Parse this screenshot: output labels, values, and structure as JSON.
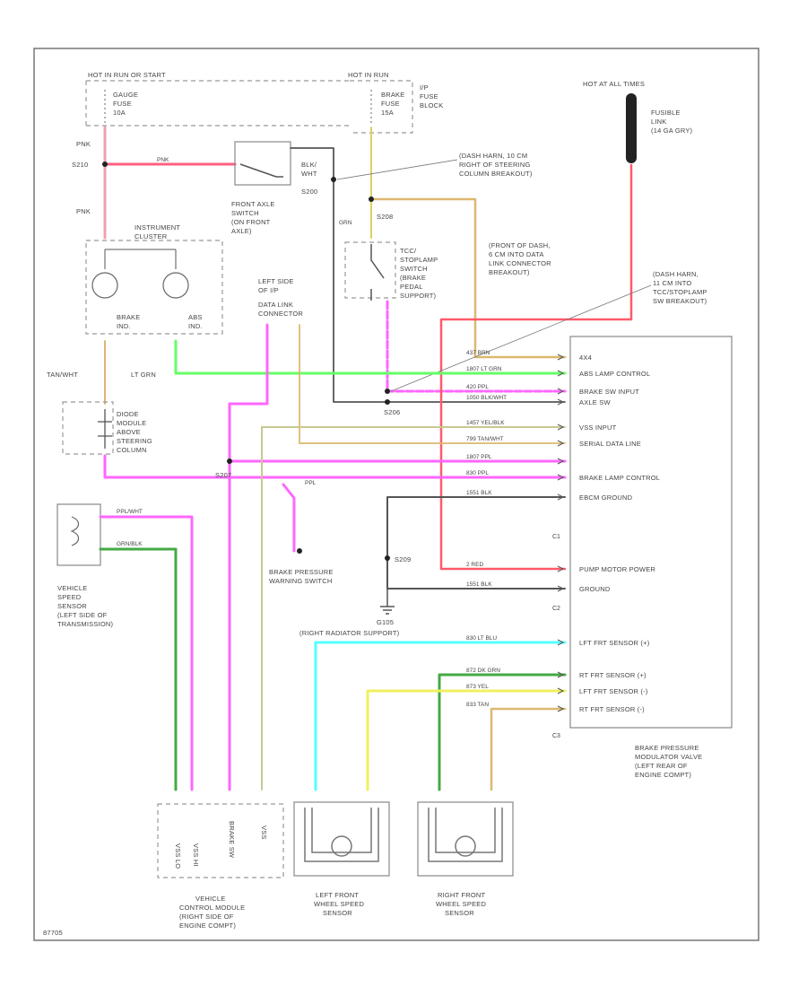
{
  "labels": {
    "hot_run_start": "HOT IN RUN OR START",
    "hot_run": "HOT IN RUN",
    "gauge_fuse": [
      "GAUGE",
      "FUSE",
      "10A"
    ],
    "brake_fuse": [
      "BRAKE",
      "FUSE",
      "15A"
    ],
    "ip_fuse_block": [
      "I/P",
      "FUSE",
      "BLOCK"
    ],
    "hot_all_times": "HOT AT ALL TIMES",
    "fusible_link": [
      "FUSIBLE",
      "LINK",
      "(14 GA GRY)"
    ],
    "s210": "S210",
    "pnk_a": "PNK",
    "pnk_b": "PNK",
    "pnk_c": "PNK",
    "front_axle_switch": [
      "FRONT AXLE",
      "SWITCH",
      "(ON FRONT",
      "AXLE)"
    ],
    "blk_wht_s200": [
      "BLK/",
      "WHT",
      "S200"
    ],
    "grn": "GRN",
    "s208": "S208",
    "dash_harn_right": [
      "(DASH HARN, 10 CM",
      "RIGHT OF STEERING",
      "COLUMN BREAKOUT)"
    ],
    "instrument_cluster": [
      "INSTRUMENT",
      "CLUSTER"
    ],
    "brake_ind": [
      "BRAKE",
      "IND."
    ],
    "abs_ind": [
      "ABS",
      "IND."
    ],
    "tcc_switch": [
      "TCC/",
      "STOPLAMP",
      "SWITCH",
      "(BRAKE",
      "PEDAL",
      "SUPPORT)"
    ],
    "left_side_ip": [
      "LEFT SIDE",
      "OF I/P"
    ],
    "data_link_connector": [
      "DATA LINK",
      "CONNECTOR"
    ],
    "front_of_dash": [
      "(FRONT OF DASH,",
      "6 CM INTO DATA",
      "LINK CONNECTOR",
      "BREAKOUT)"
    ],
    "dash_harn_tcc": [
      "(DASH HARN,",
      "11 CM INTO",
      "TCC/STOPLAMP",
      "SW BREAKOUT)"
    ],
    "tan_wht": "TAN/WHT",
    "lt_grn": "LT GRN",
    "diode_module": [
      "DIODE",
      "MODULE",
      "ABOVE",
      "STEERING",
      "COLUMN"
    ],
    "s207": "S207",
    "s206": "S206",
    "ppl": "PPL",
    "ppl_wht": "PPL/WHT",
    "grn_blk": "GRN/BLK",
    "vss": [
      "VEHICLE",
      "SPEED",
      "SENSOR",
      "(LEFT SIDE OF",
      "TRANSMISSION)"
    ],
    "brake_pressure_warning": [
      "BRAKE PRESSURE",
      "WARNING SWITCH"
    ],
    "s209": "S209",
    "g105": "G105",
    "right_radiator_support": "(RIGHT RADIATOR SUPPORT)",
    "brake_pressure_modulator": [
      "BRAKE PRESSURE",
      "MODULATOR VALVE",
      "(LEFT REAR OF",
      "ENGINE COMPT)"
    ],
    "vcm": [
      "VEHICLE",
      "CONTROL MODULE",
      "(RIGHT SIDE OF",
      "ENGINE COMPT)"
    ],
    "vcm_pins": [
      "VSS LO",
      "VSS HI",
      "BRAKE SW",
      "VSS"
    ],
    "lf_wss": [
      "LEFT FRONT",
      "WHEEL SPEED",
      "SENSOR"
    ],
    "rf_wss": [
      "RIGHT FRONT",
      "WHEEL SPEED",
      "SENSOR"
    ],
    "ground_lbl": "GROUND",
    "figure_id": "87705",
    "c1": "C1",
    "c2": "C2",
    "c3": "C3"
  },
  "ebcm_pins": [
    {
      "wire": "437 BRN",
      "label": "4X4"
    },
    {
      "wire": "1807 LT GRN",
      "label": "ABS LAMP CONTROL"
    },
    {
      "wire": "420 PPL",
      "label": "BRAKE SW INPUT"
    },
    {
      "wire": "1050 BLK/WHT",
      "label": "AXLE SW"
    },
    {
      "wire": "1457 YEL/BLK",
      "label": "VSS INPUT"
    },
    {
      "wire": "799 TAN/WHT",
      "label": "SERIAL DATA LINE"
    },
    {
      "wire": "1807 PPL",
      "label": ""
    },
    {
      "wire": "830 PPL",
      "label": "BRAKE LAMP CONTROL"
    },
    {
      "wire": "1551 BLK",
      "label": "EBCM GROUND"
    },
    {
      "wire": "2 RED",
      "label": "PUMP MOTOR POWER"
    },
    {
      "wire": "1551 BLK",
      "label": "GROUND"
    },
    {
      "wire": "830 LT BLU",
      "label": "LFT FRT SENSOR (+)"
    },
    {
      "wire": "872 DK GRN",
      "label": "RT FRT SENSOR (+)"
    },
    {
      "wire": "873 YEL",
      "label": "LFT FRT SENSOR (-)"
    },
    {
      "wire": "833 TAN",
      "label": "RT FRT SENSOR (-)"
    }
  ],
  "colors": {
    "pnk": "#f0a0b0",
    "red": "#ff5a6a",
    "lt_grn": "#66ff66",
    "dk_grn": "#44aa44",
    "ppl": "#ff66ff",
    "blk": "#555555",
    "tan": "#ddb870",
    "yel": "#f0f060",
    "yel_blk": "#c8c890",
    "lt_blu": "#55ffff",
    "wht": "#cccccc"
  }
}
